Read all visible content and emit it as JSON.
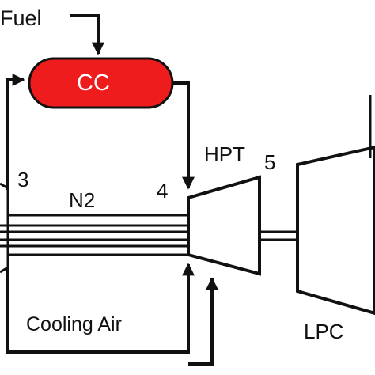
{
  "diagram": {
    "labels": {
      "fuel": "Fuel",
      "cc": "CC",
      "hpt": "HPT",
      "lpc": "LPC",
      "n2": "N2",
      "cooling_air": "Cooling Air",
      "station_3": "3",
      "station_4": "4",
      "station_5": "5"
    },
    "colors": {
      "combustion_chamber": "#ee1c1c",
      "lines": "#111111",
      "background": "#ffffff",
      "cc_text": "#ffffff"
    }
  }
}
